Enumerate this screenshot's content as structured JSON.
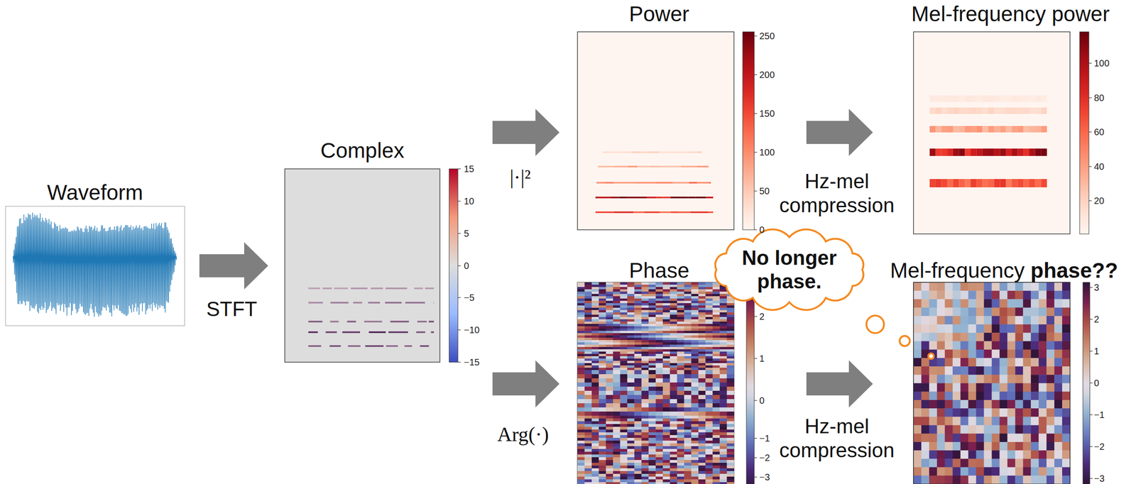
{
  "diagram": {
    "nodes": [
      {
        "text": [
          "Waveform"
        ]
      },
      {
        "text": [
          "Complex"
        ]
      },
      {
        "text": [
          "Power"
        ]
      },
      {
        "text": [
          "Mel-frequency power"
        ]
      },
      {
        "text": [
          "Phase"
        ]
      },
      {
        "text": [
          "No longer phase."
        ]
      },
      {
        "text": [
          "Mel-frequency",
          "phase??"
        ]
      }
    ],
    "edges": [
      {
        "from": 0,
        "to": 1,
        "arrow": "to",
        "label": "STFT"
      },
      {
        "from": 1,
        "to": 2,
        "arrow": "to",
        "label": "|·|²"
      },
      {
        "from": 2,
        "to": 3,
        "arrow": "to",
        "label": "Hz-mel compression"
      },
      {
        "from": 1,
        "to": 4,
        "arrow": "to",
        "label": "Arg(·)"
      },
      {
        "from": 4,
        "to": 6,
        "arrow": "to",
        "label": "Hz-mel compression"
      }
    ],
    "labels": [
      "15",
      "10",
      "5",
      "0",
      "−5",
      "−10",
      "−15",
      "250",
      "200",
      "150",
      "100",
      "50",
      "0",
      "100",
      "80",
      "60",
      "40",
      "20",
      "2",
      "1",
      "0",
      "−1",
      "−2",
      "−3",
      "3",
      "2",
      "1",
      "0",
      "−1",
      "−2",
      "−3"
    ]
  }
}
